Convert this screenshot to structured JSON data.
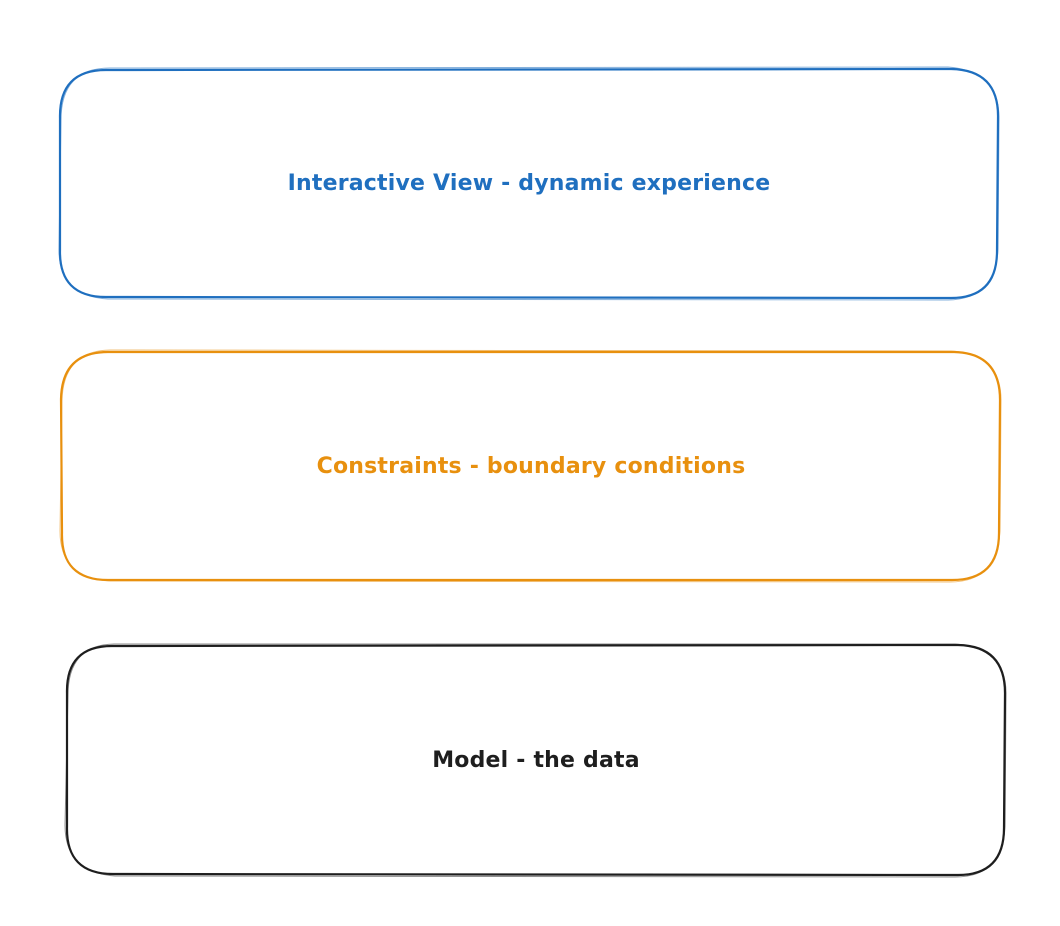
{
  "diagram": {
    "layers": [
      {
        "id": "view",
        "label": "Interactive View - dynamic experience",
        "color": "#1f6fbf"
      },
      {
        "id": "constraints",
        "label": "Constraints - boundary conditions",
        "color": "#e8900e"
      },
      {
        "id": "model",
        "label": "Model - the data",
        "color": "#1e1e1e"
      }
    ]
  }
}
